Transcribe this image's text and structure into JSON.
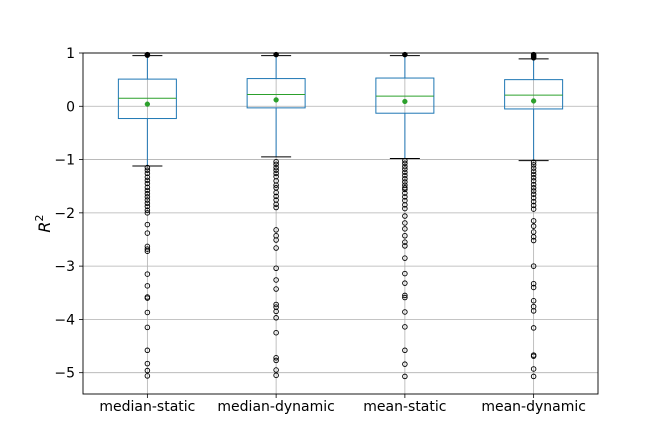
{
  "chart_data": {
    "type": "box",
    "categories": [
      "median-static",
      "median-dynamic",
      "mean-static",
      "mean-dynamic"
    ],
    "ylabel": "R",
    "ylabel_superscript": "2",
    "ylim": [
      -5.4,
      1.0
    ],
    "yticks": [
      1,
      0,
      -1,
      -2,
      -3,
      -4,
      -5
    ],
    "ytick_labels": [
      "1",
      "0",
      "−1",
      "−2",
      "−3",
      "−4",
      "−5"
    ],
    "grid": "horizontal",
    "colors": {
      "box": "#1f77b4",
      "median": "#2ca02c",
      "mean_marker": "#2ca02c",
      "outlier": "#000000"
    },
    "boxes": [
      {
        "name": "median-static",
        "whisker_low": -1.12,
        "q1": -0.23,
        "median": 0.15,
        "q3": 0.51,
        "whisker_high": 0.95,
        "mean": 0.04,
        "outliers_high": [
          0.96,
          0.97
        ],
        "outliers_low": [
          -1.15,
          -1.2,
          -1.26,
          -1.33,
          -1.39,
          -1.45,
          -1.52,
          -1.58,
          -1.64,
          -1.7,
          -1.76,
          -1.82,
          -1.88,
          -1.95,
          -2.0,
          -2.22,
          -2.38,
          -2.63,
          -2.68,
          -2.72,
          -3.15,
          -3.37,
          -3.58,
          -3.6,
          -3.87,
          -4.15,
          -4.58,
          -4.83,
          -4.96,
          -5.06
        ]
      },
      {
        "name": "median-dynamic",
        "whisker_low": -0.95,
        "q1": -0.03,
        "median": 0.22,
        "q3": 0.52,
        "whisker_high": 0.95,
        "mean": 0.12,
        "outliers_high": [
          0.97
        ],
        "outliers_low": [
          -1.04,
          -1.09,
          -1.15,
          -1.2,
          -1.26,
          -1.32,
          -1.4,
          -1.48,
          -1.53,
          -1.62,
          -1.69,
          -1.76,
          -1.84,
          -1.9,
          -2.32,
          -2.43,
          -2.51,
          -2.66,
          -3.04,
          -3.26,
          -3.43,
          -3.72,
          -3.77,
          -3.85,
          -3.97,
          -4.25,
          -4.72,
          -4.77,
          -4.95,
          -5.05
        ]
      },
      {
        "name": "mean-static",
        "whisker_low": -0.98,
        "q1": -0.13,
        "median": 0.19,
        "q3": 0.53,
        "whisker_high": 0.95,
        "mean": 0.09,
        "outliers_high": [
          0.97
        ],
        "outliers_low": [
          -1.02,
          -1.07,
          -1.13,
          -1.18,
          -1.24,
          -1.3,
          -1.36,
          -1.42,
          -1.48,
          -1.53,
          -1.56,
          -1.63,
          -1.7,
          -1.77,
          -1.85,
          -1.92,
          -2.06,
          -2.19,
          -2.3,
          -2.43,
          -2.55,
          -2.62,
          -2.85,
          -3.14,
          -3.32,
          -3.55,
          -3.59,
          -3.86,
          -4.14,
          -4.58,
          -4.84,
          -5.07
        ]
      },
      {
        "name": "mean-dynamic",
        "whisker_low": -1.02,
        "q1": -0.05,
        "median": 0.21,
        "q3": 0.5,
        "whisker_high": 0.89,
        "mean": 0.1,
        "outliers_high": [
          0.91,
          0.93,
          0.95,
          0.97
        ],
        "outliers_low": [
          -1.05,
          -1.1,
          -1.16,
          -1.22,
          -1.28,
          -1.34,
          -1.4,
          -1.47,
          -1.53,
          -1.59,
          -1.65,
          -1.72,
          -1.79,
          -1.86,
          -1.93,
          -2.15,
          -2.25,
          -2.36,
          -2.45,
          -2.52,
          -3.0,
          -3.33,
          -3.4,
          -3.65,
          -3.76,
          -3.84,
          -4.16,
          -4.67,
          -4.69,
          -4.93,
          -5.07
        ]
      }
    ]
  }
}
